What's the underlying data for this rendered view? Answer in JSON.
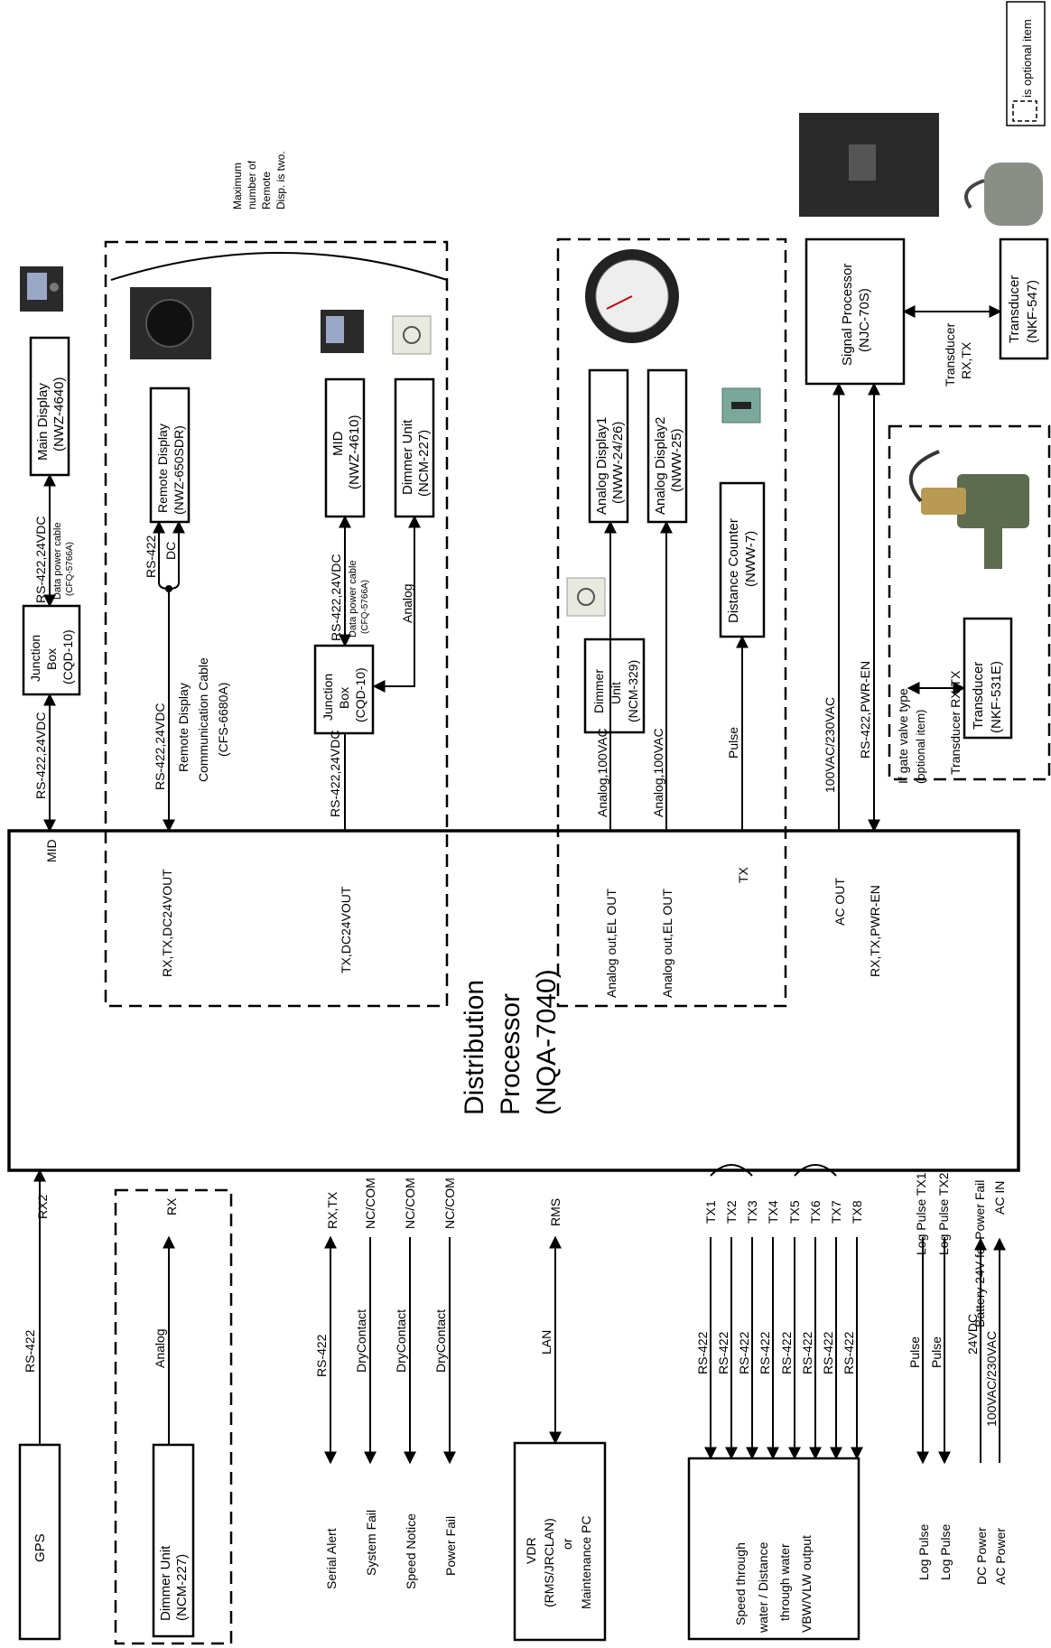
{
  "optional_legend": "is optional item",
  "note_max_remote": [
    "Maximum",
    "number of",
    "Remote",
    "Disp. is two."
  ],
  "distribution_processor": [
    "Distribution",
    "Processor",
    "(NQA-7040)"
  ],
  "upper_devices": {
    "main_display": [
      "Main Display",
      "(NWZ-4640)"
    ],
    "junction_box1": [
      "Junction",
      "Box",
      "(CQD-10)"
    ],
    "jb1_cable": [
      "RS-422,24VDC",
      "Data power cable",
      "(CFQ-5766A)"
    ],
    "jb1_to_dp": "RS-422,24VDC",
    "port_mid": "MID",
    "remote_display": [
      "Remote Display",
      "(NWZ-650SDR)"
    ],
    "remote_rs422": "RS-422",
    "remote_dc": "DC",
    "remote_cable": [
      "RS-422,24VDC",
      "Remote Display",
      "Communication Cable",
      "(CFS-6680A)"
    ],
    "port_remote": "RX,TX,DC24VOUT",
    "mid": [
      "MID",
      "(NWZ-4610)"
    ],
    "dimmer_227_top": [
      "Dimmer Unit",
      "(NCM-227)"
    ],
    "junction_box2": [
      "Junction",
      "Box",
      "(CQD-10)"
    ],
    "jb2_cable": [
      "RS-422,24VDC",
      "Data power cable",
      "(CFQ-5766A)"
    ],
    "jb2_analog": "Analog",
    "jb2_to_dp": "RS-422,24VDC",
    "port_mid2": "TX,DC24VOUT",
    "analog_display1": [
      "Analog Display1",
      "(NWW-24/26)"
    ],
    "analog_display2": [
      "Analog Display2",
      "(NWW-25)"
    ],
    "dimmer_329": [
      "Dimmer",
      "Unit",
      "(NCM-329)"
    ],
    "ad1_cable": "Analog,100VAC",
    "ad2_cable": "Analog,100VAC",
    "port_ad1": "Analog out,EL OUT",
    "port_ad2": "Analog out,EL OUT",
    "distance_counter": [
      "Distance Counter",
      "(NWW-7)"
    ],
    "dc_cable": "Pulse",
    "port_tx": "TX",
    "signal_processor": [
      "Signal Processor",
      "(NJC-70S)"
    ],
    "sp_ac": "100VAC/230VAC",
    "sp_rs422": "RS-422,PWR-EN",
    "port_acout": "AC OUT",
    "port_rxtx": "RX,TX,PWR-EN",
    "transducer_547": [
      "Transducer",
      "(NKF-547)"
    ],
    "transducer_547_cable": [
      "Transducer",
      "RX,TX"
    ],
    "transducer_531e": [
      "Transducer",
      "(NKF-531E)"
    ],
    "transducer_531e_cable": [
      "If gate valve type",
      "(optional item)",
      "Transducer RX,TX"
    ]
  },
  "lower_devices": {
    "gps": "GPS",
    "gps_cable": "RS-422",
    "port_rx2": "RX2",
    "dimmer_227_bottom": [
      "Dimmer Unit",
      "(NCM-227)"
    ],
    "dimmer_cable": "Analog",
    "port_rx": "RX",
    "serial_alert": "Serial Alert",
    "serial_alert_cable": "RS-422",
    "port_rxtx": "RX,TX",
    "system_fail": "System Fail",
    "system_fail_cable": "DryContact",
    "port_nc1": "NC/COM",
    "speed_notice": "Speed Notice",
    "speed_notice_cable": "DryContact",
    "port_nc2": "NC/COM",
    "power_fail": "Power Fail",
    "power_fail_cable": "DryContact",
    "port_nc3": "NC/COM",
    "vdr": [
      "VDR",
      "(RMS/JRCLAN)",
      "or",
      "Maintenance PC"
    ],
    "vdr_cable": "LAN",
    "port_rms": "RMS",
    "speed_box": [
      "Speed through",
      "water / Distance",
      "through water",
      "VBW/VLW output"
    ],
    "tx_ports": [
      "TX1",
      "TX2",
      "TX3",
      "TX4",
      "TX5",
      "TX6",
      "TX7",
      "TX8"
    ],
    "tx_cables": [
      "RS-422",
      "RS-422",
      "RS-422",
      "RS-422",
      "RS-422",
      "RS-422",
      "RS-422",
      "RS-422"
    ],
    "log_pulse1": "Log Pulse",
    "log_pulse2": "Log Pulse",
    "log_cable1": "Pulse",
    "log_cable2": "Pulse",
    "port_lp1": "Log Pulse TX1",
    "port_lp2": "Log Pulse TX2",
    "dc_power": "DC Power",
    "ac_power": "AC Power",
    "dc_cable": "24VDC",
    "ac_cable": "100VAC/230VAC",
    "port_batt": "Battery 24V for Power Fail",
    "port_acin": "AC IN"
  }
}
